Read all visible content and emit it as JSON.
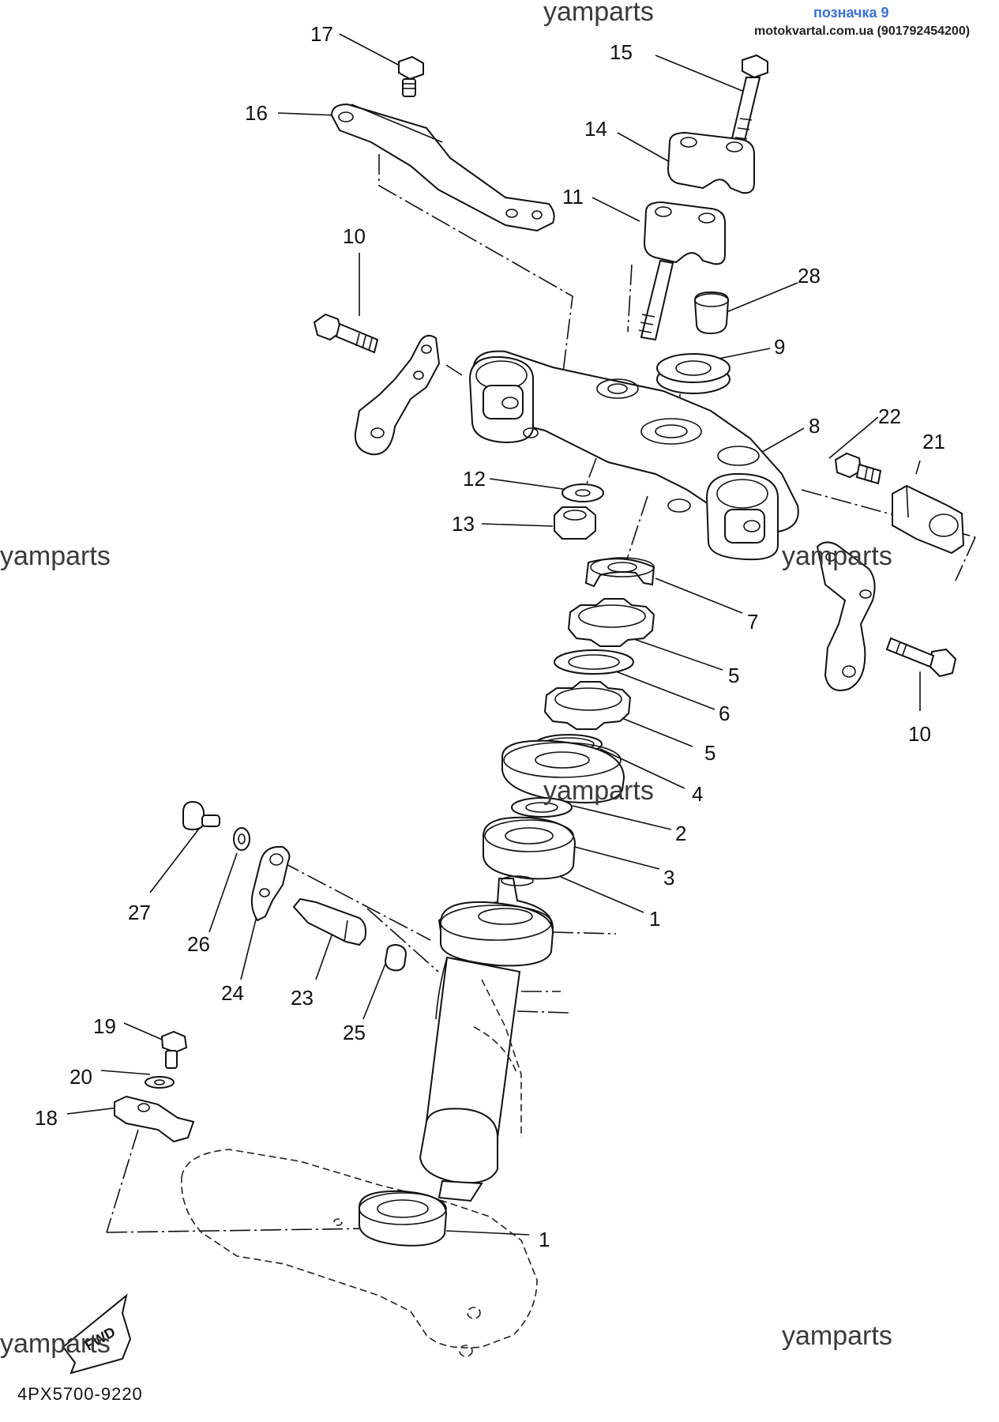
{
  "header": {
    "tag": "позначка 9",
    "site": "motokvartal.com.ua (901792454200)"
  },
  "watermarks": [
    "yamparts",
    "yamparts",
    "yamparts",
    "yamparts",
    "yamparts",
    "yamparts"
  ],
  "diagram_code": "4PX5700-9220",
  "fwd_label": "FWD",
  "callouts": [
    "17",
    "15",
    "16",
    "14",
    "11",
    "10",
    "28",
    "9",
    "22",
    "21",
    "8",
    "12",
    "13",
    "7",
    "5",
    "6",
    "5",
    "10",
    "4",
    "2",
    "3",
    "27",
    "1",
    "26",
    "24",
    "23",
    "25",
    "19",
    "20",
    "18",
    "1"
  ]
}
